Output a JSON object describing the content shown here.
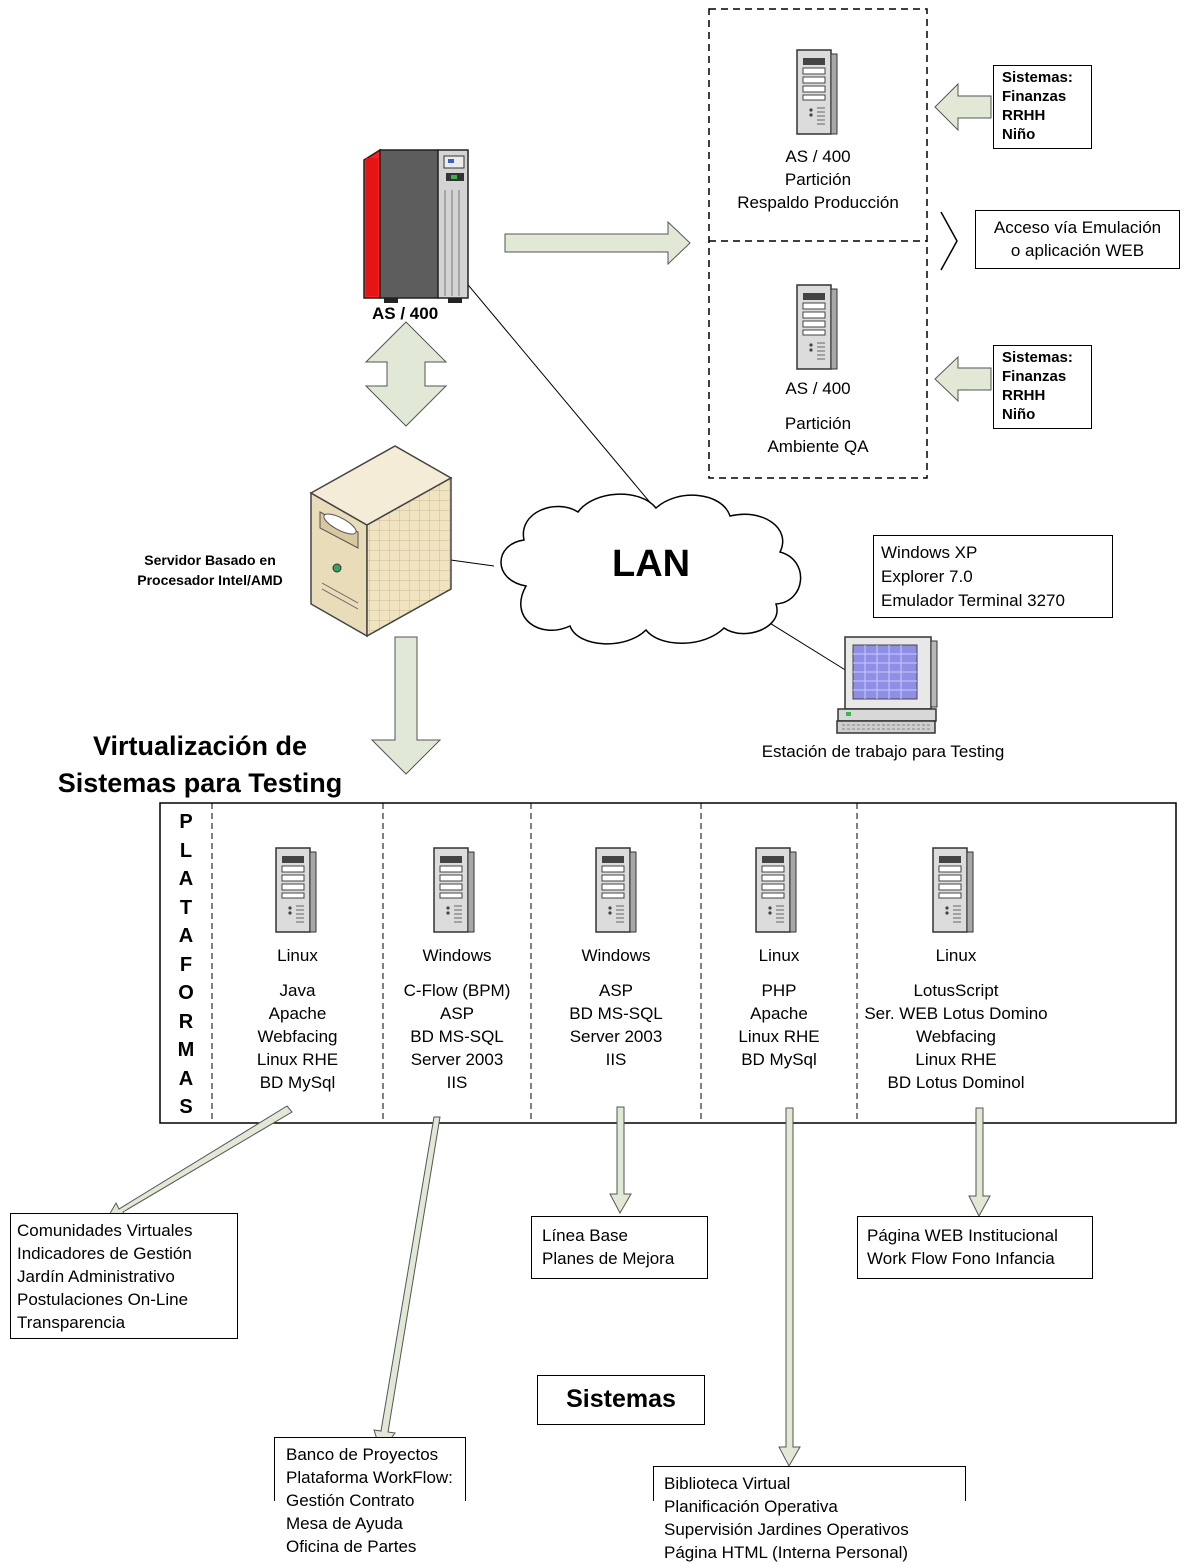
{
  "mainframe": {
    "label": "AS / 400"
  },
  "intel_server": {
    "label_line1": "Servidor Basado en",
    "label_line2": "Procesador Intel/AMD"
  },
  "lan": {
    "label": "LAN"
  },
  "partition_prod": {
    "name": "AS / 400",
    "line1": "Partición",
    "line2": "Respaldo Producción"
  },
  "partition_qa": {
    "name": "AS / 400",
    "line1": "Partición",
    "line2": "Ambiente QA"
  },
  "systems_note_top": {
    "lines": [
      "Sistemas:",
      "Finanzas",
      "RRHH",
      "Niño"
    ]
  },
  "systems_note_bottom": {
    "lines": [
      "Sistemas:",
      "Finanzas",
      "RRHH",
      "Niño"
    ]
  },
  "access_note": {
    "line1": "Acceso vía Emulación",
    "line2": "o aplicación WEB"
  },
  "workstation_specs": {
    "lines": [
      "Windows XP",
      "Explorer 7.0",
      "Emulador Terminal 3270"
    ]
  },
  "workstation": {
    "label": "Estación de trabajo para Testing"
  },
  "virtualization_title": {
    "line1": "Virtualización de",
    "line2": "Sistemas para Testing"
  },
  "platforms_label": {
    "letters": [
      "P",
      "L",
      "A",
      "T",
      "A",
      "F",
      "O",
      "R",
      "M",
      "A",
      "S"
    ]
  },
  "platforms": [
    {
      "os": "Linux",
      "stack": [
        "Java",
        "Apache",
        "Webfacing",
        "Linux RHE",
        "BD MySql"
      ]
    },
    {
      "os": "Windows",
      "stack": [
        "C-Flow (BPM)",
        "ASP",
        "BD MS-SQL",
        "Server 2003",
        "IIS"
      ]
    },
    {
      "os": "Windows",
      "stack": [
        "ASP",
        "BD MS-SQL",
        "Server 2003",
        "IIS"
      ]
    },
    {
      "os": "Linux",
      "stack": [
        "PHP",
        "Apache",
        "Linux RHE",
        "BD MySql"
      ]
    },
    {
      "os": "Linux",
      "stack": [
        "LotusScript",
        "Ser.  WEB Lotus Domino",
        "Webfacing",
        "Linux RHE",
        "BD Lotus Dominol"
      ]
    }
  ],
  "system_groups": [
    {
      "items": [
        "Comunidades Virtuales",
        "Indicadores de Gestión",
        "Jardín Administrativo",
        "Postulaciones On-Line",
        "Transparencia"
      ]
    },
    {
      "items": [
        "Banco de Proyectos",
        "Plataforma WorkFlow:",
        "Gestión Contrato",
        "Mesa de Ayuda",
        "Oficina de Partes"
      ]
    },
    {
      "items": [
        "Línea Base",
        "Planes de Mejora"
      ]
    },
    {
      "items": [
        "Biblioteca Virtual",
        "Planificación Operativa",
        "Supervisión Jardines Operativos",
        "Página HTML (Interna Personal)"
      ]
    },
    {
      "items": [
        "Página WEB Institucional",
        "Work Flow Fono Infancia"
      ]
    }
  ],
  "systems_title": {
    "label": "Sistemas"
  },
  "colors": {
    "arrow_fill": "#e2e8d6",
    "mainframe_red": "#ff1f1f",
    "mainframe_grey": "#5d5d5d",
    "server_beige": "#efe3c2",
    "monitor_screen": "#8f8fe6"
  }
}
